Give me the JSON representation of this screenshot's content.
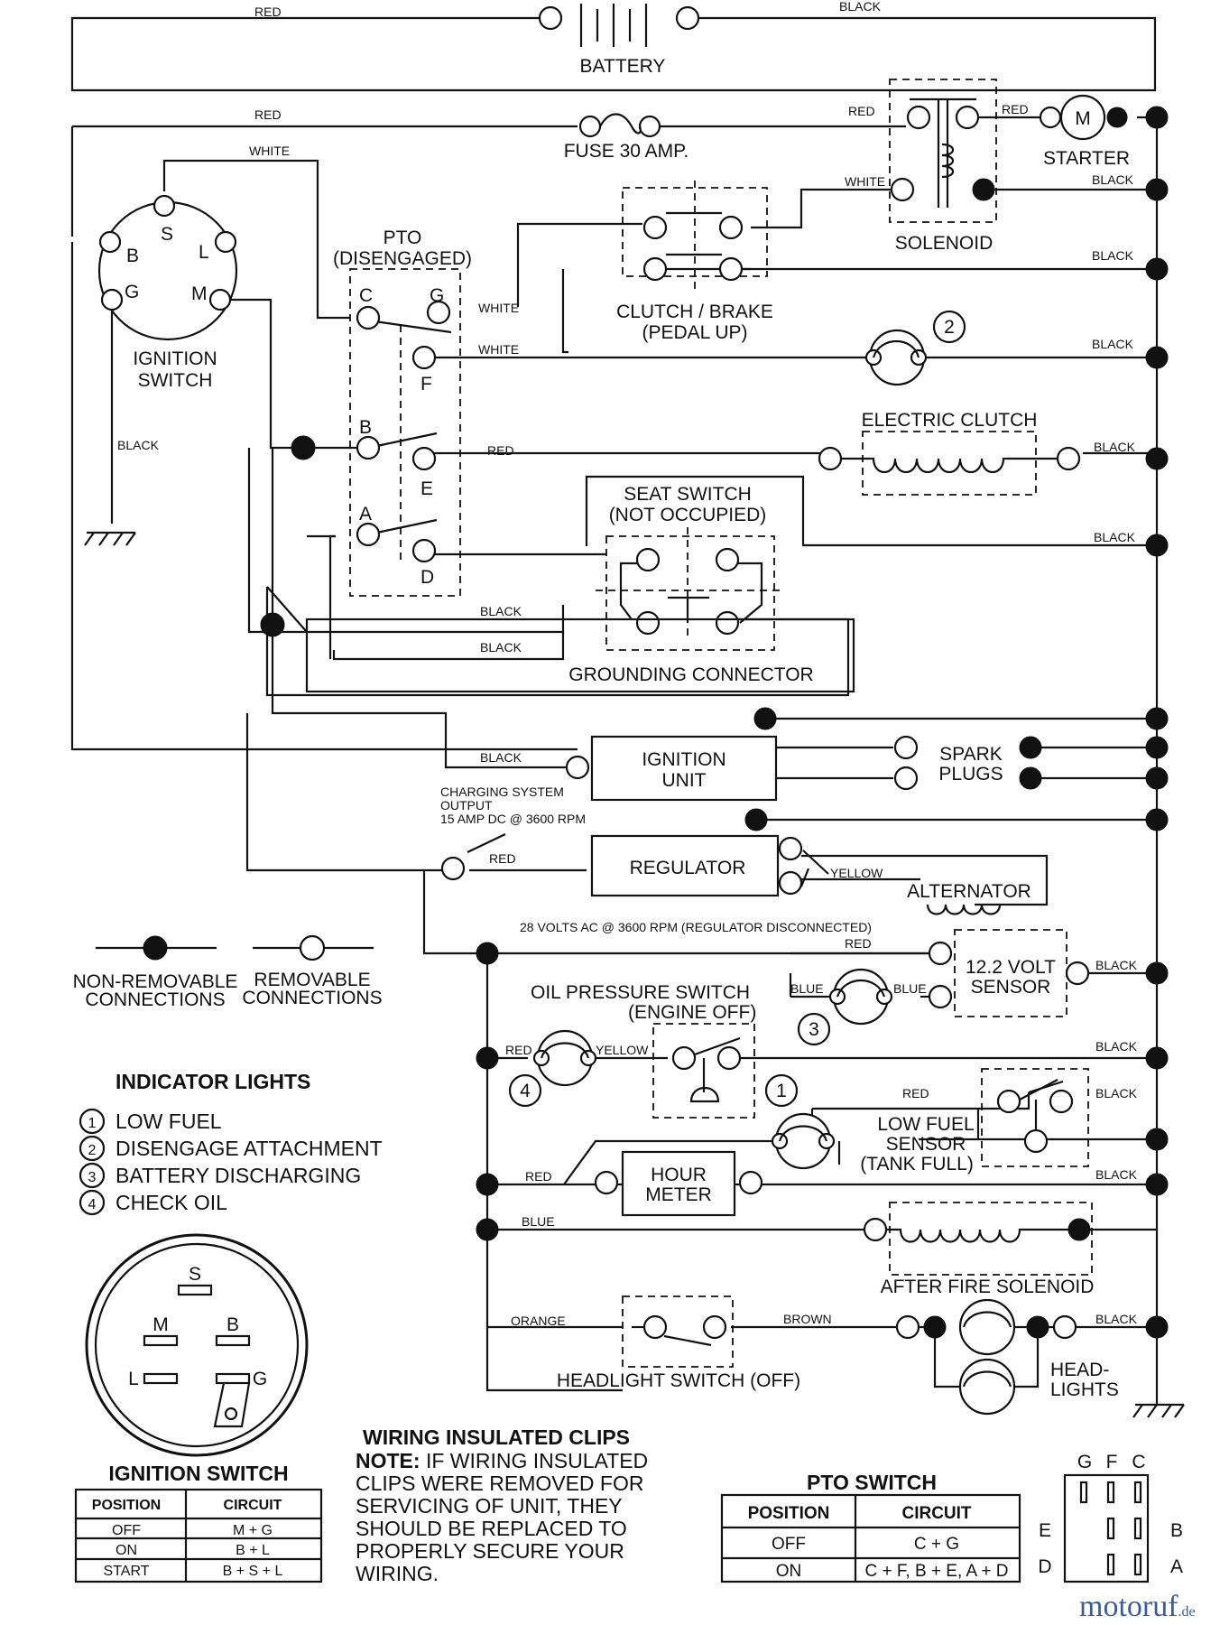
{
  "components": {
    "battery": "BATTERY",
    "fuse": "FUSE 30 AMP.",
    "starter": "STARTER",
    "starter_symbol": "M",
    "solenoid": "SOLENOID",
    "pto_title": "PTO",
    "pto_state": "(DISENGAGED)",
    "clutch_brake": "CLUTCH / BRAKE",
    "clutch_brake_state": "(PEDAL UP)",
    "ignition_switch": [
      "IGNITION",
      "SWITCH"
    ],
    "electric_clutch": "ELECTRIC CLUTCH",
    "seat_switch": "SEAT SWITCH",
    "seat_switch_state": "(NOT OCCUPIED)",
    "grounding_connector": "GROUNDING CONNECTOR",
    "ignition_unit": [
      "IGNITION",
      "UNIT"
    ],
    "spark_plugs": [
      "SPARK",
      "PLUGS"
    ],
    "charging_output": [
      "CHARGING SYSTEM",
      "OUTPUT",
      "15 AMP DC @ 3600 RPM"
    ],
    "regulator": "REGULATOR",
    "alternator": "ALTERNATOR",
    "alternator_note": "28 VOLTS AC @ 3600 RPM (REGULATOR DISCONNECTED)",
    "volt_sensor": [
      "12.2 VOLT",
      "SENSOR"
    ],
    "oil_pressure_switch": "OIL PRESSURE SWITCH",
    "oil_pressure_state": "(ENGINE OFF)",
    "low_fuel_sensor": [
      "LOW FUEL",
      "SENSOR",
      "(TANK FULL)"
    ],
    "hour_meter": [
      "HOUR",
      "METER"
    ],
    "after_fire_solenoid": "AFTER FIRE SOLENOID",
    "headlight_switch": "HEADLIGHT SWITCH (OFF)",
    "headlights": [
      "HEAD-",
      "LIGHTS"
    ]
  },
  "ignition_terminals": [
    "S",
    "B",
    "L",
    "G",
    "M"
  ],
  "pto_terminals": [
    "C",
    "G",
    "F",
    "B",
    "E",
    "A",
    "D"
  ],
  "lamp_numbers": [
    "1",
    "2",
    "3",
    "4"
  ],
  "wire_colors": {
    "red": "RED",
    "black": "BLACK",
    "white": "WHITE",
    "yellow": "YELLOW",
    "blue": "BLUE",
    "orange": "ORANGE",
    "brown": "BROWN"
  },
  "connection_legend": {
    "non_removable": [
      "NON-REMOVABLE",
      "CONNECTIONS"
    ],
    "removable": [
      "REMOVABLE",
      "CONNECTIONS"
    ]
  },
  "indicator_lights": {
    "title": "INDICATOR LIGHTS",
    "items": [
      {
        "num": "1",
        "label": "LOW FUEL"
      },
      {
        "num": "2",
        "label": "DISENGAGE ATTACHMENT"
      },
      {
        "num": "3",
        "label": "BATTERY DISCHARGING"
      },
      {
        "num": "4",
        "label": "CHECK OIL"
      }
    ]
  },
  "ignition_switch_table": {
    "title": "IGNITION SWITCH",
    "headers": [
      "POSITION",
      "CIRCUIT"
    ],
    "rows": [
      [
        "OFF",
        "M + G"
      ],
      [
        "ON",
        "B + L"
      ],
      [
        "START",
        "B + S + L"
      ]
    ]
  },
  "clips_note": {
    "title": "WIRING INSULATED CLIPS",
    "lead": "NOTE:",
    "lines": [
      " IF WIRING INSULATED",
      "CLIPS WERE REMOVED FOR",
      "SERVICING OF UNIT, THEY",
      "SHOULD BE REPLACED TO",
      "PROPERLY SECURE YOUR",
      "WIRING."
    ]
  },
  "pto_switch_table": {
    "title": "PTO SWITCH",
    "headers": [
      "POSITION",
      "CIRCUIT"
    ],
    "rows": [
      [
        "OFF",
        "C + G"
      ],
      [
        "ON",
        "C + F, B + E, A + D"
      ]
    ]
  },
  "pto_connector": {
    "top": [
      "G",
      "F",
      "C"
    ],
    "left": [
      "E",
      "D"
    ],
    "right": [
      "B",
      "A"
    ]
  },
  "watermark": {
    "main": "motoruf",
    "suffix": ".de"
  }
}
